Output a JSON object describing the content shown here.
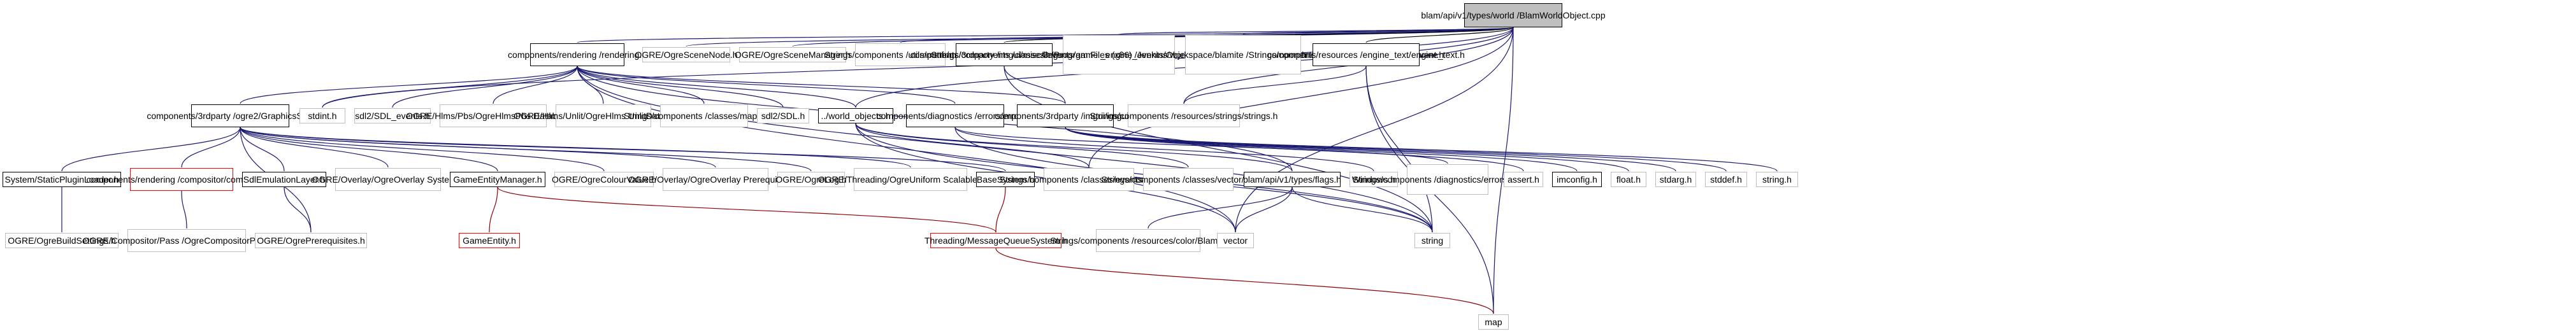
{
  "colors": {
    "edge": "#191970",
    "edge_dark": "#000000",
    "edge_red": "#8b0000",
    "root_fill": "#bfbfbf",
    "external_border": "#bfbfbf",
    "missing_border": "#ff0000"
  },
  "nodes": {
    "root": "blam/api/v1/types/world\n/BlamWorldObject.cpp",
    "rendering": "components/rendering\n/rendering.h",
    "ogre_scene_node": "OGRE/OgreSceneNode.h",
    "ogre_scene_manager": "OGRE/OgreSceneManager.h",
    "strings_math": "Strings/components\n/utils/math/math.h",
    "imgui_stdlib": "components/3rdparty\n/imgui/misc/imgui_stdlib.h",
    "object_delete_event": "Strings/components\n/classes/events/game\n_engine_events/Object/Delete\n/ObjectDeleteEvent.h",
    "blam_event": "C:/Program Files (x86)\n/Jenkins/workspace/blamite\n/Strings/components/classes\n/events/BlamEvent.h",
    "engine_text": "components/resources\n/engine_text/engine_text.h",
    "graphics_system": "components/3rdparty\n/ogre2/GraphicsSystem.h",
    "stdint": "stdint.h",
    "sdl_events": "sdl2/SDL_events.h",
    "hlms_pbs": "OGRE/Hlms/Pbs/OgreHlmsPbs\nDatablock.h",
    "hlms_unlit": "OGRE/Hlms/Unlit/OgreHlms\nUnlitDatablock.h",
    "map_map": "Strings/components\n/classes/map/map.h",
    "sdl": "sdl2/SDL.h",
    "world_objects": "../world_objects.h",
    "diagnostics_errors": "components/diagnostics\n/errors/errors.h",
    "imgui": "components/3rdparty\n/imgui/imgui.h",
    "resources_strings": "Strings/components\n/resources/strings/strings.h",
    "static_plugin_loader": "System/StaticPluginLoader.h",
    "compositor": "components/rendering\n/compositor/compositor.h",
    "sdl_emulation_layer": "SdlEmulationLayer.h",
    "overlay_system": "OGRE/Overlay/OgreOverlay\nSystem.h",
    "game_entity_manager": "GameEntityManager.h",
    "colour_value": "OGRE/OgreColourValue.h",
    "overlay_prerequisites": "OGRE/Overlay/OgreOverlay\nPrerequisites.h",
    "ogre_log": "OGRE/OgreLog.h",
    "uniform_scalable_task": "OGRE/Threading/OgreUniform\nScalableTask.h",
    "base_system": "BaseSystem.h",
    "events_events": "Strings/components\n/classes/events/events.h",
    "vector_vector": "Strings/components\n/classes/vector/vector.h",
    "flags": "blam/api/v1/types/flags.h",
    "windows": "Windows.h",
    "strings_diag_errors": "Strings/components\n/diagnostics/errors\n/errors.h",
    "assert": "assert.h",
    "imconfig": "imconfig.h",
    "float": "float.h",
    "stdarg": "stdarg.h",
    "stddef": "stddef.h",
    "string_h": "string.h",
    "ogre_build_settings": "OGRE/OgreBuildSettings.h",
    "compositor_pass_def": "OGRE/Compositor/Pass\n/OgreCompositorPassDef.h",
    "ogre_prerequisites": "OGRE/OgrePrerequisites.h",
    "game_entity": "GameEntity.h",
    "message_queue_system": "Threading/MessageQueueSystem.h",
    "blam_color": "Strings/components\n/resources/color/BlamColor.h",
    "vector": "vector",
    "string": "string",
    "map": "map"
  }
}
